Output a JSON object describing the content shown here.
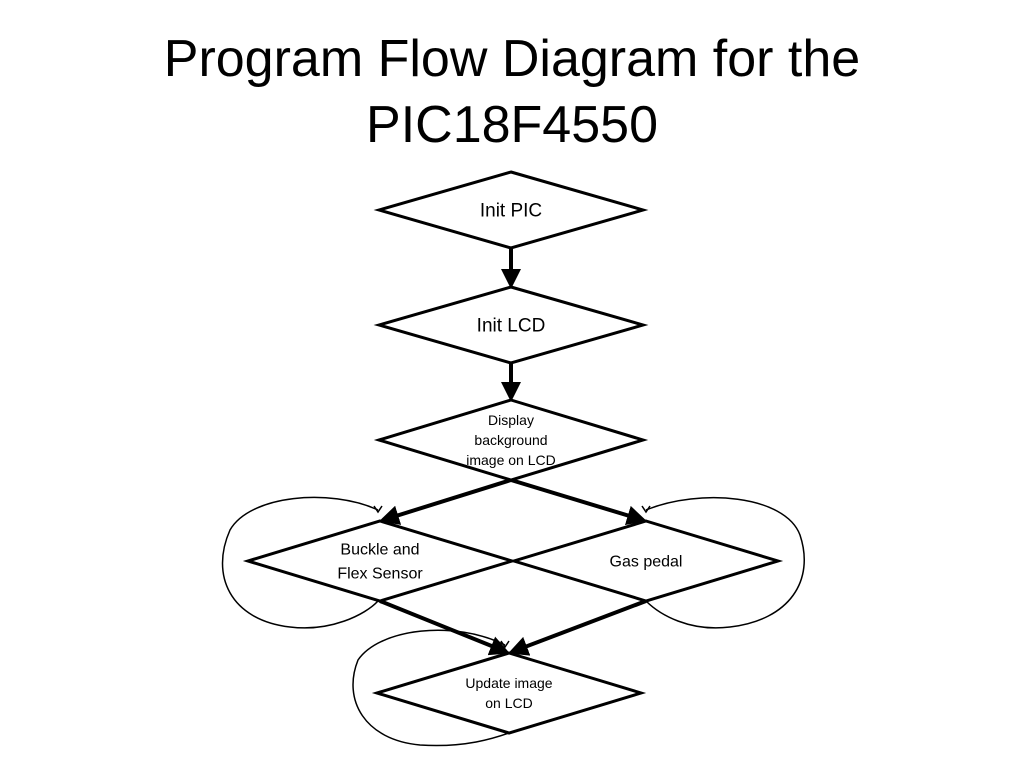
{
  "title_lines": [
    "Program Flow Diagram for the",
    "PIC18F4550"
  ],
  "colors": {
    "background": "#ffffff",
    "stroke": "#000000",
    "text": "#000000"
  },
  "nodes": [
    {
      "id": "init-pic",
      "shape": "diamond",
      "lines": [
        "Init PIC"
      ]
    },
    {
      "id": "init-lcd",
      "shape": "diamond",
      "lines": [
        "Init LCD"
      ]
    },
    {
      "id": "display-background",
      "shape": "diamond",
      "lines": [
        "Display",
        "background",
        "image on LCD"
      ]
    },
    {
      "id": "buckle-flex",
      "shape": "diamond",
      "lines": [
        "Buckle and",
        "Flex Sensor"
      ]
    },
    {
      "id": "gas-pedal",
      "shape": "diamond",
      "lines": [
        "Gas pedal"
      ]
    },
    {
      "id": "update-image",
      "shape": "diamond",
      "lines": [
        "Update image",
        "on LCD"
      ]
    }
  ],
  "edges": [
    {
      "from": "init-pic",
      "to": "init-lcd",
      "kind": "arrow"
    },
    {
      "from": "init-lcd",
      "to": "display-background",
      "kind": "arrow"
    },
    {
      "from": "display-background",
      "to": "buckle-flex",
      "kind": "arrow"
    },
    {
      "from": "display-background",
      "to": "gas-pedal",
      "kind": "arrow"
    },
    {
      "from": "buckle-flex",
      "to": "update-image",
      "kind": "arrow"
    },
    {
      "from": "gas-pedal",
      "to": "update-image",
      "kind": "arrow"
    },
    {
      "from": "buckle-flex",
      "to": "buckle-flex",
      "kind": "self-loop"
    },
    {
      "from": "gas-pedal",
      "to": "gas-pedal",
      "kind": "self-loop"
    },
    {
      "from": "update-image",
      "to": "update-image",
      "kind": "self-loop"
    }
  ]
}
